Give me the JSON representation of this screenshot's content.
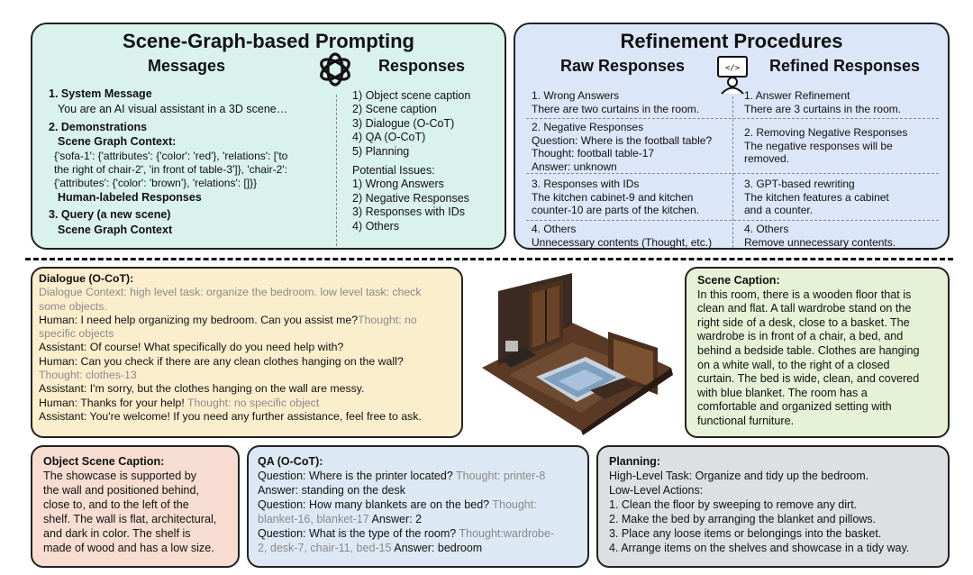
{
  "scene_graph": {
    "title": "Scene-Graph-based Prompting",
    "messages_header": "Messages",
    "responses_header": "Responses",
    "msg1_title": "1. System Message",
    "msg1_text": "You are an AI visual assistant in a 3D scene…",
    "msg2_title": "2. Demonstrations",
    "msg2_sub": "Scene Graph Context:",
    "msg2_code": [
      "{'sofa-1': {'attributes': {'color': 'red'}, 'relations': ['to",
      "the right of chair-2', 'in front of table-3']}, 'chair-2':",
      "{'attributes': {'color': 'brown'}, 'relations': []}}"
    ],
    "msg2_labeled": "Human-labeled Responses",
    "msg3_title": "3. Query (a new scene)",
    "msg3_sub": "Scene Graph Context",
    "responses": [
      "1) Object scene caption",
      "2) Scene caption",
      "3) Dialogue (O-CoT)",
      "4) QA (O-CoT)",
      "5) Planning"
    ],
    "issues_title": "Potential Issues:",
    "issues": [
      "1) Wrong Answers",
      "2) Negative Responses",
      "3) Responses with IDs",
      "4) Others"
    ]
  },
  "refinement": {
    "title": "Refinement Procedures",
    "raw_header": "Raw Responses",
    "refined_header": "Refined Responses",
    "raw": [
      [
        "1. Wrong Answers",
        "There are two curtains in the room."
      ],
      [
        "2. Negative Responses",
        "Question: Where is the football table?",
        "Thought: football table-17",
        "Answer: unknown"
      ],
      [
        "3. Responses with IDs",
        "The kitchen cabinet-9 and kitchen",
        "counter-10 are parts of the kitchen."
      ],
      [
        "4. Others",
        "Unnecessary contents (Thought, etc.)"
      ]
    ],
    "refined": [
      [
        "1. Answer Refinement",
        "There are 3 curtains in the room."
      ],
      [
        "2. Removing Negative Responses",
        "The negative responses will be",
        "removed."
      ],
      [
        "3. GPT-based rewriting",
        "The kitchen features a cabinet",
        "and a counter."
      ],
      [
        "4. Others",
        "Remove unnecessary contents."
      ]
    ]
  },
  "dialogue": {
    "title": "Dialogue (O-CoT):",
    "context_l1": "Dialogue Context: high level task: organize the bedroom. low level task: check",
    "context_l2": "some objects.",
    "h1": "Human: I need help organizing my bedroom. Can you assist me?",
    "h1_thought_a": "Thought: no",
    "h1_thought_b": "specific objects",
    "a1": "Assistant: Of course! What specifically do you need help with?",
    "h2": "Human: Can you check if there are any clean clothes hanging on the wall?",
    "t2": "Thought: clothes-13",
    "a2": "Assistant: I'm sorry, but the clothes hanging on the wall are messy.",
    "h3": "Human: Thanks for your help!",
    "t3": " Thought: no specific object",
    "a3": "Assistant: You're welcome! If you need any further assistance, feel free to ask."
  },
  "scene_caption": {
    "title": "Scene Caption:",
    "lines": [
      "In this room, there is a wooden floor that is",
      "clean and flat. A tall wardrobe stand on the",
      "right side of a desk, close to a basket. The",
      "wardrobe is in front of a chair, a bed, and",
      "behind a bedside table. Clothes are hanging",
      "on a white wall, to the right of a closed",
      "curtain. The bed is wide, clean, and covered",
      "with blue blanket. The room has a",
      "comfortable and organized setting with",
      "functional furniture."
    ]
  },
  "object_caption": {
    "title": "Object Scene Caption:",
    "lines": [
      "The showcase is supported by",
      "the wall and positioned behind,",
      "close to, and to the left of the",
      "shelf. The wall is flat, architectural,",
      "and dark in color. The shelf is",
      "made of wood and has a low size."
    ]
  },
  "qa": {
    "title": "QA (O-CoT):",
    "q1": "Question: Where is the printer located?",
    "t1": " Thought: printer-8",
    "a1": "Answer: standing on the desk",
    "q2": "Question: How many blankets are on the bed?",
    "t2a": " Thought:",
    "t2b": "blanket-16, blanket-17",
    "a2": " Answer: 2",
    "q3": "Question: What is the type of the room?",
    "t3a": " Thought:wardrobe-",
    "t3b": "2, desk-7, chair-11, bed-15",
    "a3": " Answer: bedroom"
  },
  "planning": {
    "title": "Planning:",
    "high": "High-Level Task: Organize and tidy up the bedroom.",
    "low": "Low-Level Actions:",
    "steps": [
      "1. Clean the floor by sweeping to remove any dirt.",
      "2. Make the bed by arranging the blanket and pillows.",
      "3. Place any loose items or belongings into the basket.",
      "4. Arrange items on the shelves and showcase in a tidy way."
    ]
  },
  "colors": {
    "scene_graph_bg": "#d9f2ec",
    "refinement_bg": "#dbe6f8",
    "dialogue_bg": "#fbeecd",
    "scene_caption_bg": "#e6f1d6",
    "object_caption_bg": "#f7ddd1",
    "qa_bg": "#dce8f3",
    "planning_bg": "#dedfe2"
  },
  "icons": {
    "openai": "openai-logo-icon",
    "person": "person-at-computer-icon",
    "room": "3d-room-scan-image"
  }
}
